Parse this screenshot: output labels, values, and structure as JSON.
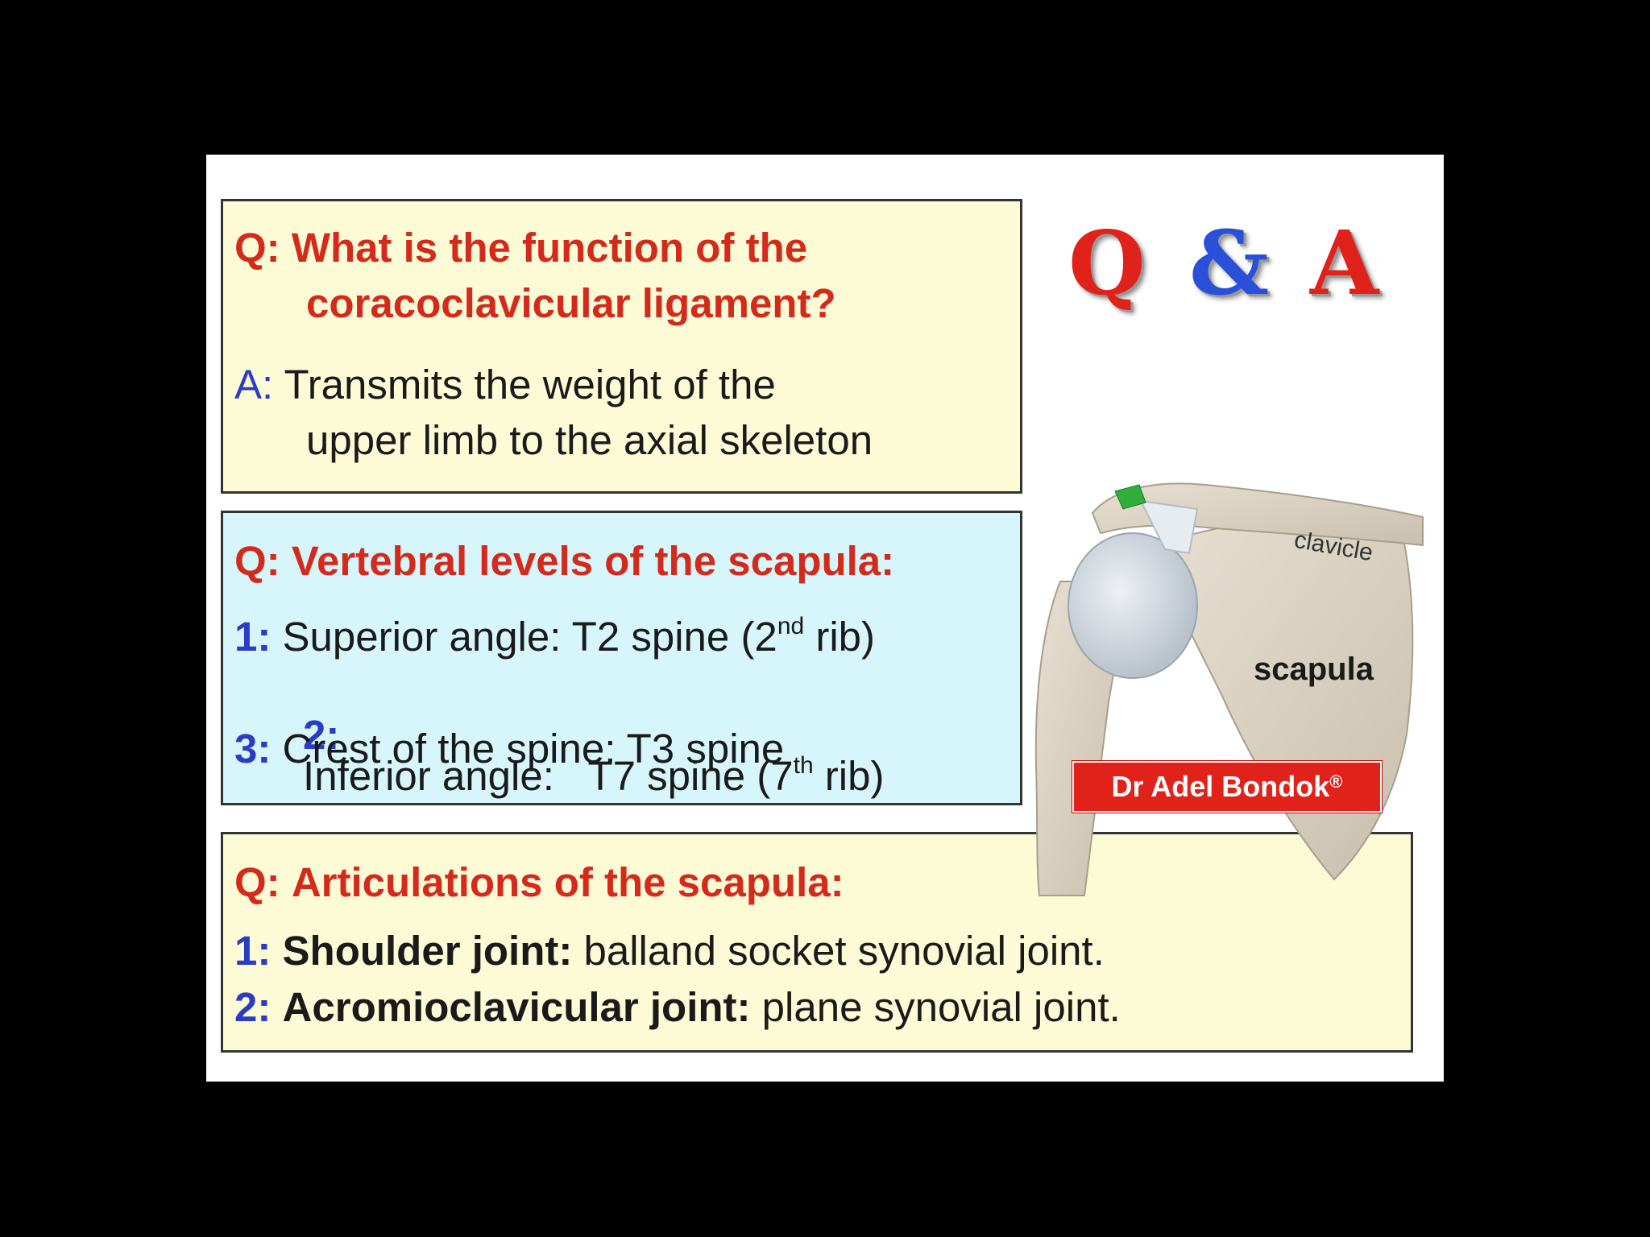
{
  "qa_title": {
    "q": "Q",
    "amp": "&",
    "a": "A"
  },
  "box1": {
    "q_label": "Q:",
    "q_line1": "What is the function of the",
    "q_line2": "coracoclavicular ligament?",
    "a_label": "A:",
    "a_line1": "Transmits the weight of the",
    "a_line2": "upper limb to the axial skeleton"
  },
  "box2": {
    "q_label": "Q:",
    "q_text": "Vertebral levels of the scapula:",
    "items": [
      {
        "num": "1:",
        "pre": "Superior angle: T2 spine (2",
        "sup": "nd",
        "post": " rib)"
      },
      {
        "num": "2:",
        "pre": "Inferior angle:   T7 spine (7",
        "sup": "th",
        "post": " rib)"
      },
      {
        "num": "3:",
        "pre": "Crest of the spine: T3 spine",
        "sup": "",
        "post": ""
      }
    ]
  },
  "box3": {
    "q_label": "Q:",
    "q_text": "Articulations of the scapula:",
    "items": [
      {
        "num": "1:",
        "bold": "Shoulder joint:",
        "text": " balland socket synovial joint."
      },
      {
        "num": "2:",
        "bold": "Acromioclavicular joint:",
        "text": " plane synovial joint."
      }
    ]
  },
  "illustration": {
    "clavicle_label": "clavicle",
    "scapula_label": "scapula"
  },
  "author": {
    "name": "Dr Adel Bondok",
    "mark": "®"
  }
}
